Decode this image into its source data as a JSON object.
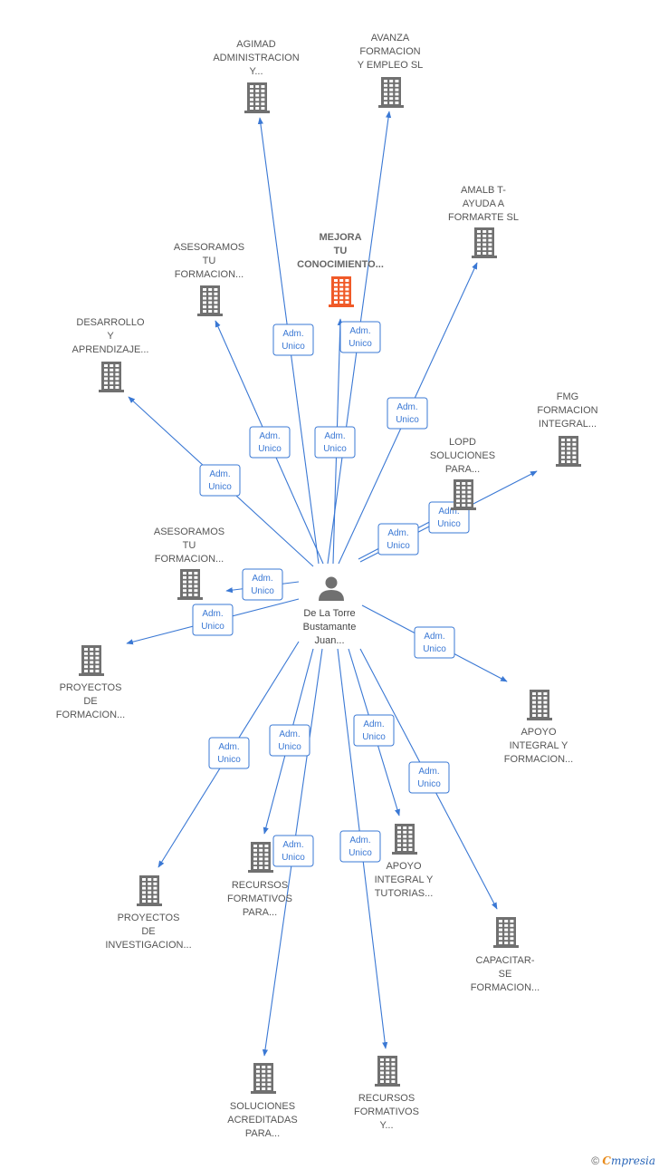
{
  "center": {
    "name_lines": [
      "De La Torre",
      "Bustamante",
      "Juan..."
    ]
  },
  "badge_label_lines": [
    "Adm.",
    "Unico"
  ],
  "colors": {
    "edge": "#3a78d4",
    "building": "#707070",
    "building_highlight": "#f05a28",
    "person": "#707070"
  },
  "icons": {
    "company": "building-icon",
    "person": "person-icon"
  },
  "companies": [
    {
      "id": "agimad",
      "lines": [
        "AGIMAD",
        "ADMINISTRACION",
        "Y..."
      ],
      "highlight": false
    },
    {
      "id": "avanza",
      "lines": [
        "AVANZA",
        "FORMACION",
        "Y EMPLEO  SL"
      ],
      "highlight": false
    },
    {
      "id": "amalb",
      "lines": [
        "AMALB T-",
        "AYUDA A",
        "FORMARTE  SL"
      ],
      "highlight": false
    },
    {
      "id": "mejora",
      "lines": [
        "MEJORA",
        "TU",
        "CONOCIMIENTO..."
      ],
      "highlight": true
    },
    {
      "id": "asesoramos1",
      "lines": [
        "ASESORAMOS",
        "TU",
        "FORMACION..."
      ],
      "highlight": false
    },
    {
      "id": "desarrollo",
      "lines": [
        "DESARROLLO",
        "Y",
        "APRENDIZAJE..."
      ],
      "highlight": false
    },
    {
      "id": "fmg",
      "lines": [
        "FMG",
        "FORMACION",
        "INTEGRAL..."
      ],
      "highlight": false
    },
    {
      "id": "lopd",
      "lines": [
        "LOPD",
        "SOLUCIONES",
        "PARA..."
      ],
      "highlight": false
    },
    {
      "id": "asesoramos2",
      "lines": [
        "ASESORAMOS",
        "TU",
        "FORMACION..."
      ],
      "highlight": false
    },
    {
      "id": "proyectos_formacion",
      "lines": [
        "PROYECTOS",
        "DE",
        "FORMACION..."
      ],
      "highlight": false
    },
    {
      "id": "apoyo_formacion",
      "lines": [
        "APOYO",
        "INTEGRAL Y",
        "FORMACION..."
      ],
      "highlight": false
    },
    {
      "id": "apoyo_tutorias",
      "lines": [
        "APOYO",
        "INTEGRAL Y",
        "TUTORIAS..."
      ],
      "highlight": false
    },
    {
      "id": "recursos_para",
      "lines": [
        "RECURSOS",
        "FORMATIVOS",
        "PARA..."
      ],
      "highlight": false
    },
    {
      "id": "proyectos_investigacion",
      "lines": [
        "PROYECTOS",
        "DE",
        "INVESTIGACION..."
      ],
      "highlight": false
    },
    {
      "id": "capacitar",
      "lines": [
        "CAPACITAR-",
        "SE",
        "FORMACION..."
      ],
      "highlight": false
    },
    {
      "id": "soluciones",
      "lines": [
        "SOLUCIONES",
        "ACREDITADAS",
        "PARA..."
      ],
      "highlight": false
    },
    {
      "id": "recursos_y",
      "lines": [
        "RECURSOS",
        "FORMATIVOS",
        "Y..."
      ],
      "highlight": false
    }
  ],
  "footer": {
    "copyright": "©",
    "brand_first": "C",
    "brand_rest": "mpresia"
  }
}
